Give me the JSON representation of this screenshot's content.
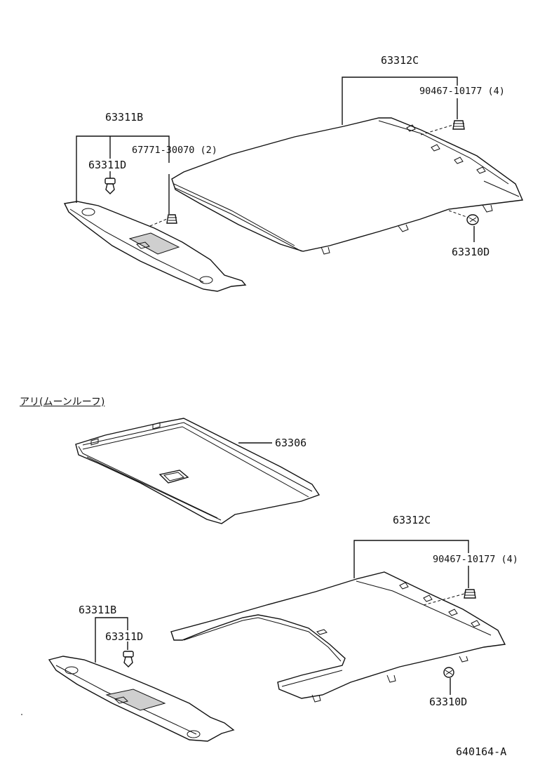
{
  "top": {
    "roof_headlining": "63312C",
    "roof_clip": "90467-10177 (4)",
    "front_trim": "63311B",
    "front_trim_clip": "63311D",
    "front_trim_clip2": "67771-30070 (2)",
    "rear_clip": "63310D"
  },
  "bottom": {
    "variant_note": "アリ(ムーンルーフ)",
    "sunroof_panel": "63306",
    "roof_headlining": "63312C",
    "roof_clip": "90467-10177 (4)",
    "front_trim": "63311B",
    "front_trim_clip": "63311D",
    "rear_clip": "63310D"
  },
  "figure_code": "640164-A"
}
